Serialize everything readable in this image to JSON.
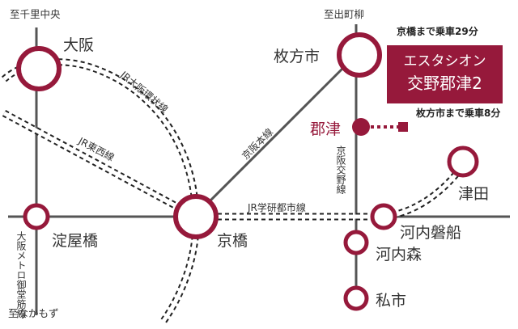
{
  "directions": {
    "senri_chuo": "至千里中央",
    "demachiyanagi": "至出町柳",
    "nakamozu": "至なかもず"
  },
  "stations": {
    "osaka": "大阪",
    "hirakatashi": "枚方市",
    "kozu": "郡津",
    "tsuda": "津田",
    "kyobashi": "京橋",
    "yodoyabashi": "淀屋橋",
    "kawachi_iwafune": "河内磐船",
    "kawachi_mori": "河内森",
    "kisaichi": "私市"
  },
  "lines": {
    "jr_loop": "JR大阪環状線",
    "jr_tozai": "JR東西線",
    "keihan_main": "京阪本線",
    "keihan_katano": "京阪交野線",
    "jr_gakkentoshi": "JR学研都市線",
    "midosuji": "大阪メトロ御堂筋線"
  },
  "property": {
    "name_line1": "エスタシオン",
    "name_line2": "交野郡津2"
  },
  "notes": {
    "kyobashi_time": "京橋まで乗車29分",
    "hirakata_time": "枚方市まで乗車8分"
  },
  "colors": {
    "accent": "#96193b",
    "line": "#555555"
  }
}
